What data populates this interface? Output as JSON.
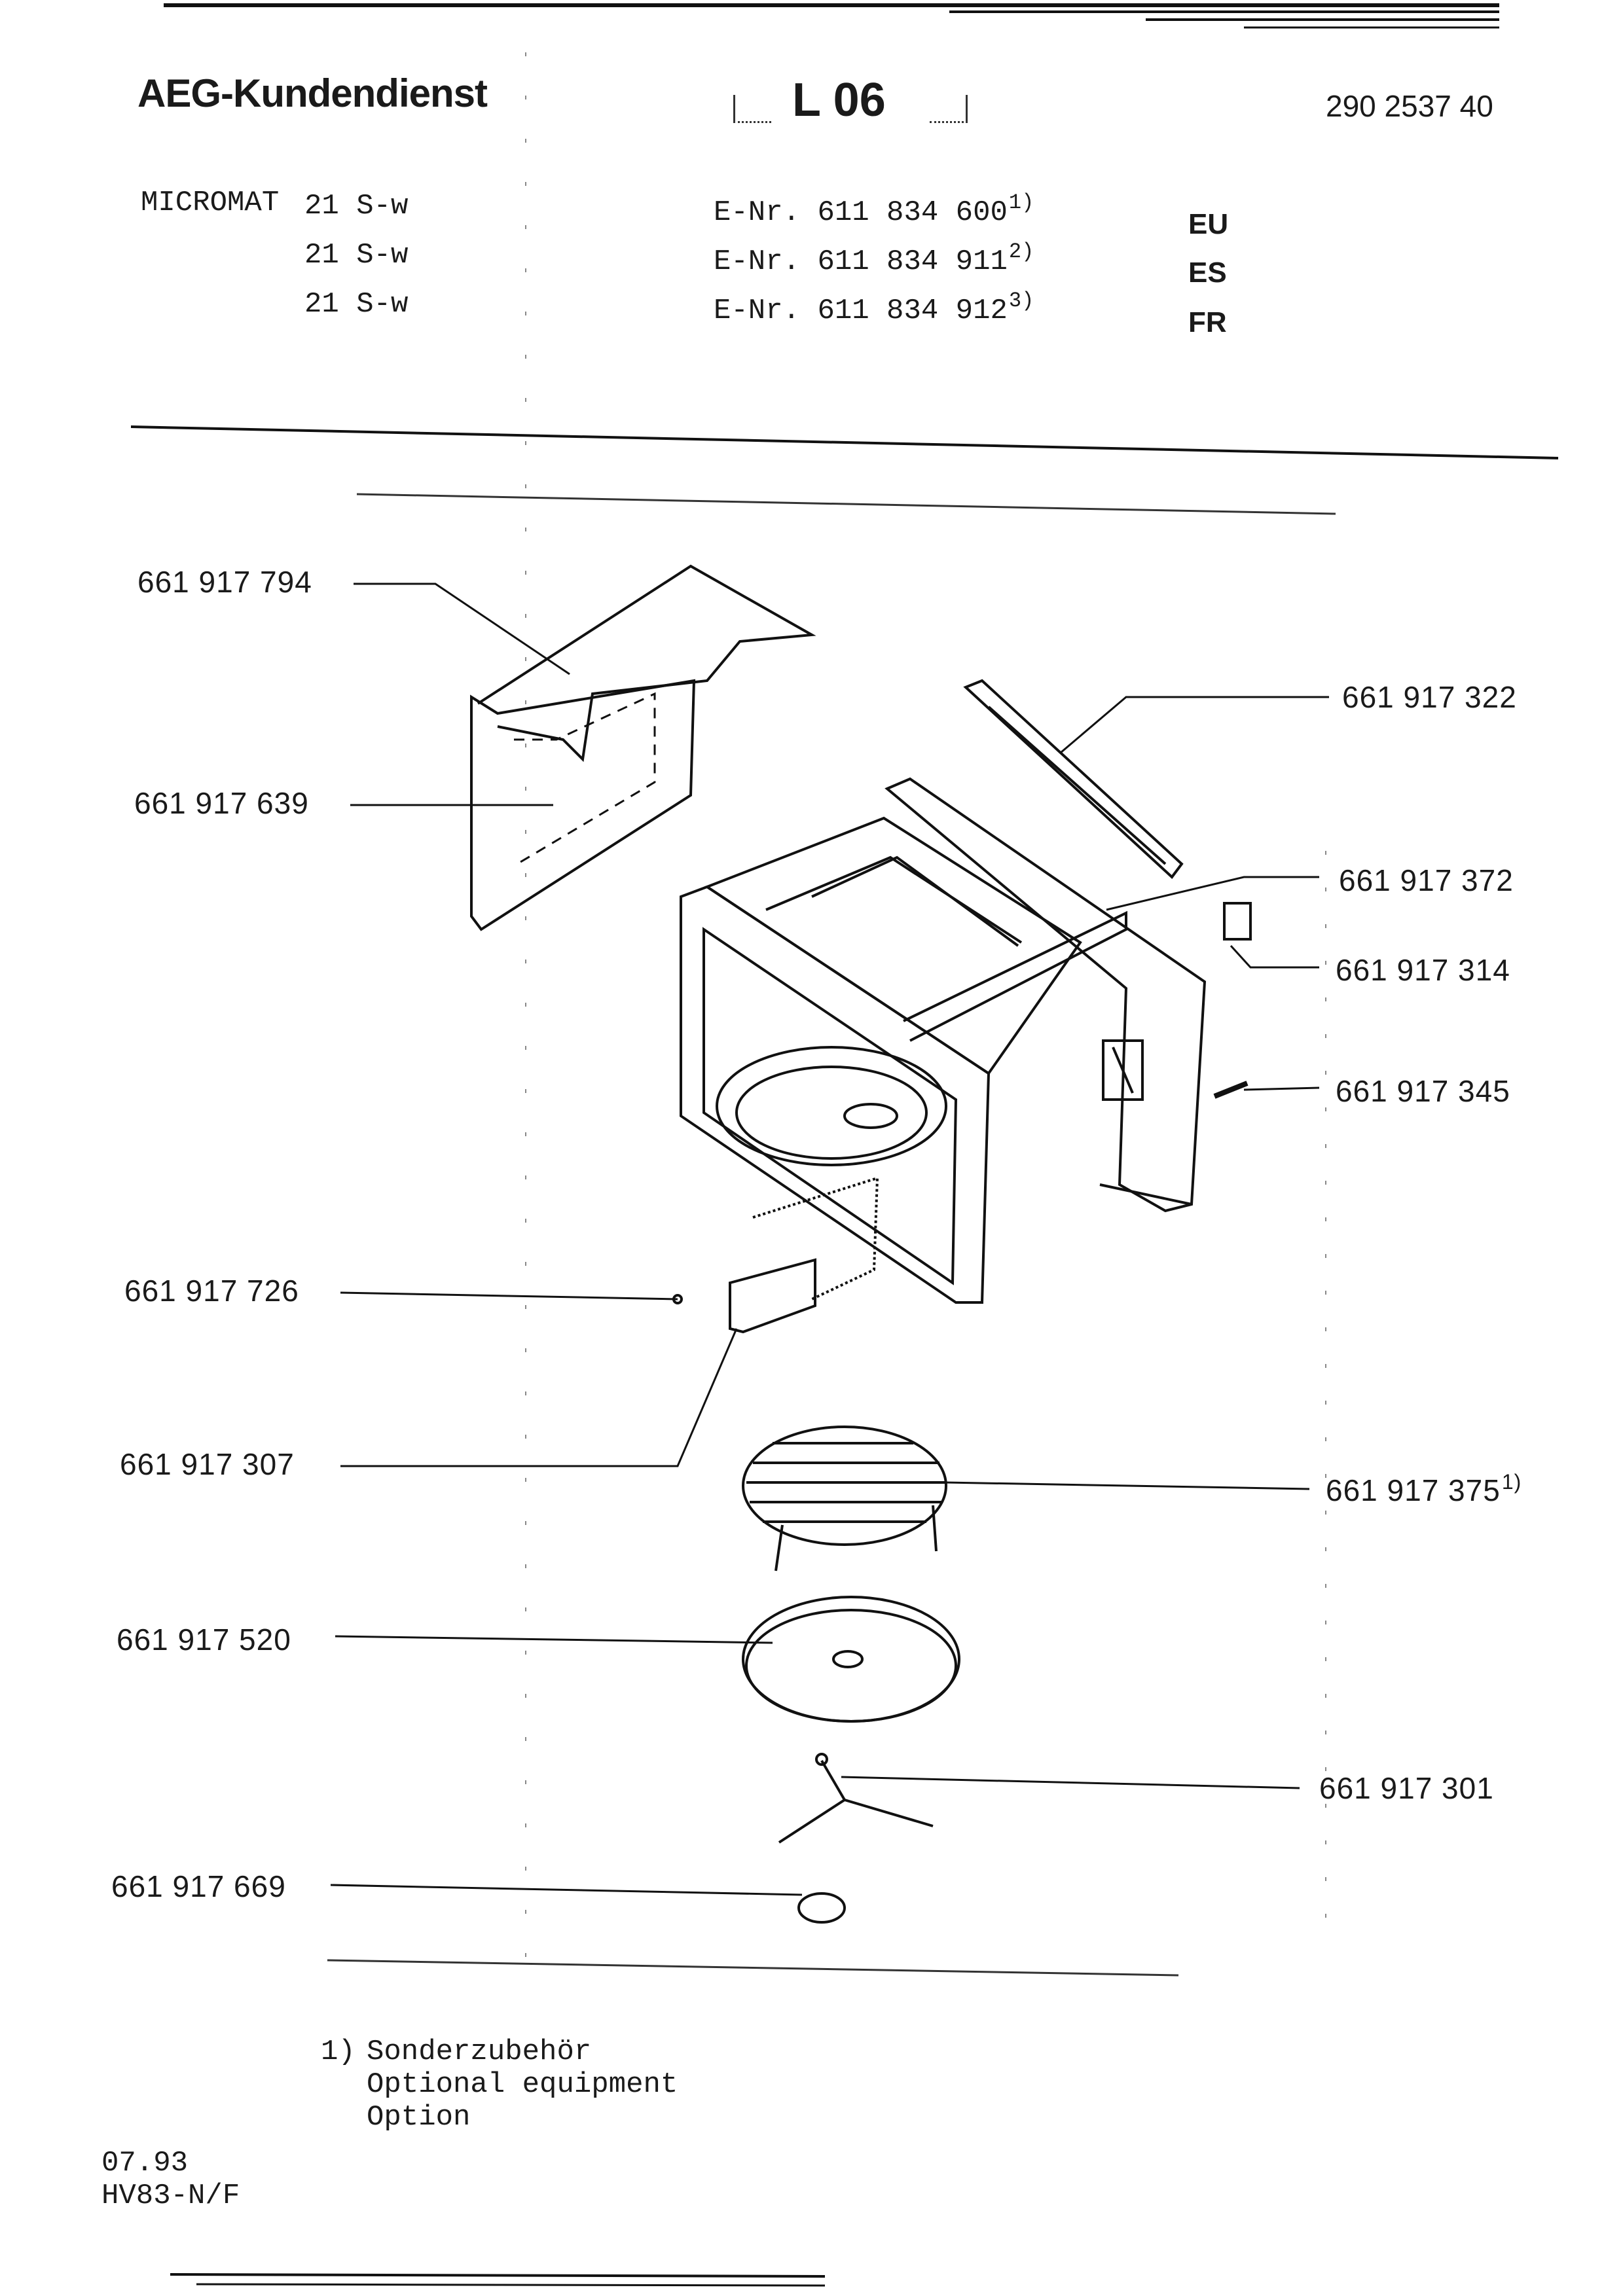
{
  "header": {
    "brand": "AEG-Kundendienst",
    "doc_code": "L 06",
    "doc_number": "290 2537 40"
  },
  "models": [
    {
      "name": "MICROMAT",
      "variant": "21 S-w",
      "enr_label": "E-Nr.",
      "enr": "611 834 600",
      "footnote": "1)",
      "country": "EU"
    },
    {
      "name": "",
      "variant": "21 S-w",
      "enr_label": "E-Nr.",
      "enr": "611 834 911",
      "footnote": "2)",
      "country": "ES"
    },
    {
      "name": "",
      "variant": "21 S-w",
      "enr_label": "E-Nr.",
      "enr": "611 834 912",
      "footnote": "3)",
      "country": "FR"
    }
  ],
  "parts_left": [
    {
      "number": "661 917 794"
    },
    {
      "number": "661 917 639"
    },
    {
      "number": "661 917 726"
    },
    {
      "number": "661 917 307"
    },
    {
      "number": "661 917 520"
    },
    {
      "number": "661 917 669"
    }
  ],
  "parts_right": [
    {
      "number": "661 917 322"
    },
    {
      "number": "661 917 372"
    },
    {
      "number": "661 917 314"
    },
    {
      "number": "661 917 345"
    },
    {
      "number": "661 917 375",
      "footnote": "1)"
    },
    {
      "number": "661 917 301"
    }
  ],
  "footnote": {
    "marker": "1)",
    "lines": [
      "Sonderzubehör",
      "Optional equipment",
      "Option"
    ]
  },
  "footer": {
    "date": "07.93",
    "code": "HV83-N/F"
  }
}
